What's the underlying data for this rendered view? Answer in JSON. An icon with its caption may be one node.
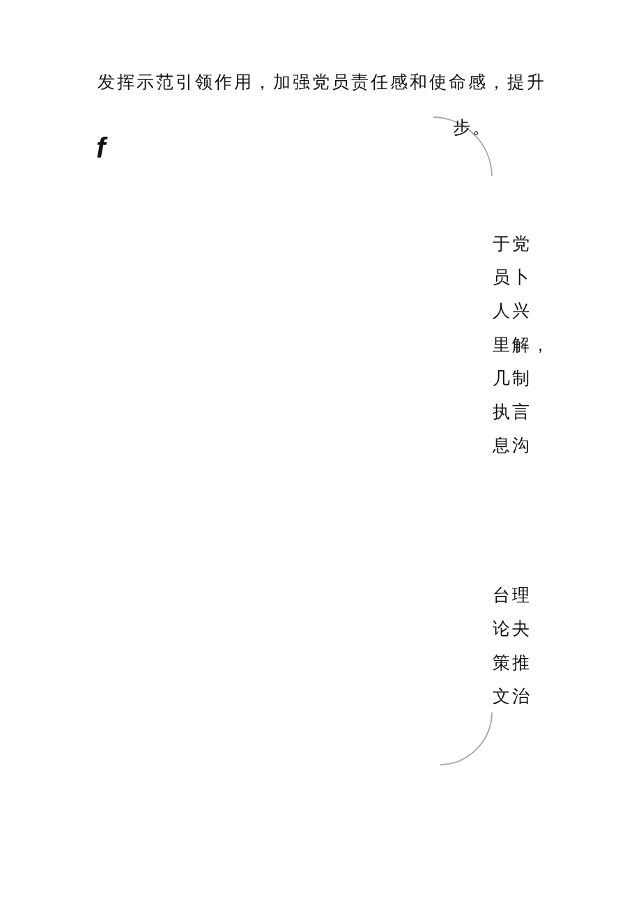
{
  "diagram": {
    "labels": [
      "发挥示范引领作用，加强党员责任感和使命感，提升",
      "步。",
      "f",
      "于党",
      "员卜",
      "人兴",
      "里解，",
      "几制",
      "执言",
      "息沟",
      "台理",
      "论夬",
      "策推",
      "文治"
    ]
  }
}
